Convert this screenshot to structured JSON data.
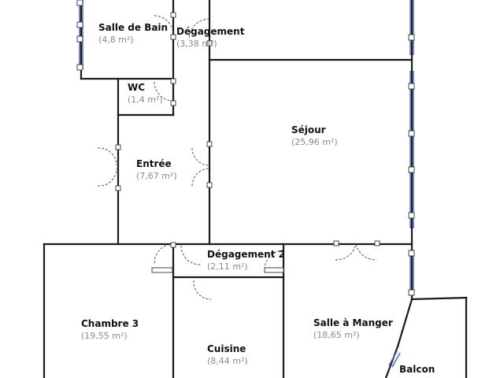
{
  "rooms": {
    "salle_de_bain": {
      "name": "Salle de Bain",
      "area": "(4,8 m²)"
    },
    "degagement": {
      "name": "Dégagement",
      "area": "(3,38 m²)"
    },
    "wc": {
      "name": "WC",
      "area": "(1,4 m²)"
    },
    "sejour": {
      "name": "Séjour",
      "area": "(25,96 m²)"
    },
    "entree": {
      "name": "Entrée",
      "area": "(7,67 m²)"
    },
    "degagement_2": {
      "name": "Dégagement 2",
      "area": "(2,11 m²)"
    },
    "chambre_3": {
      "name": "Chambre 3",
      "area": "(19,55 m²)"
    },
    "salle_a_manger": {
      "name": "Salle à Manger",
      "area": "(18,65 m²)"
    },
    "cuisine": {
      "name": "Cuisine",
      "area": "(8,44 m²)"
    },
    "balcon": {
      "name": "Balcon",
      "area": ""
    }
  },
  "colors": {
    "wall": "#1a1a1a",
    "window": "#5a6fb0",
    "area_text": "#8a8a8a"
  }
}
